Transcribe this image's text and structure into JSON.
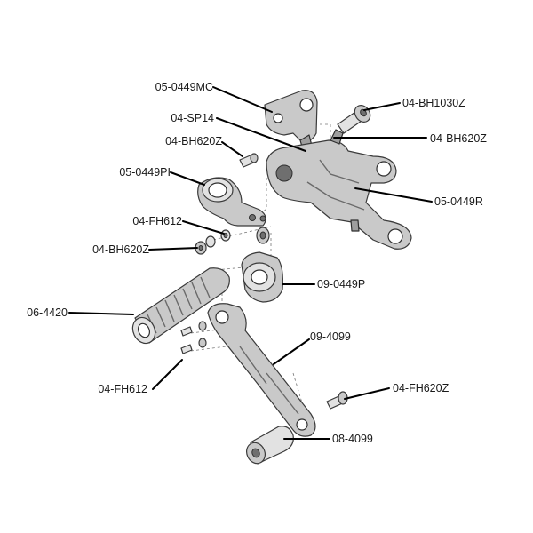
{
  "labels": {
    "mc": "05-0449MC",
    "bh1030": "04-BH1030Z",
    "sp14": "04-SP14",
    "bh620_right": "04-BH620Z",
    "bh620_top": "04-BH620Z",
    "pl": "05-0449PI",
    "r": "05-0449R",
    "fh612_top": "04-FH612",
    "bh620_left": "04-BH620Z",
    "p": "09-0449P",
    "peg": "06-4420",
    "lever": "09-4099",
    "fh612_bottom": "04-FH612",
    "fh620": "04-FH620Z",
    "spacer": "08-4099"
  }
}
